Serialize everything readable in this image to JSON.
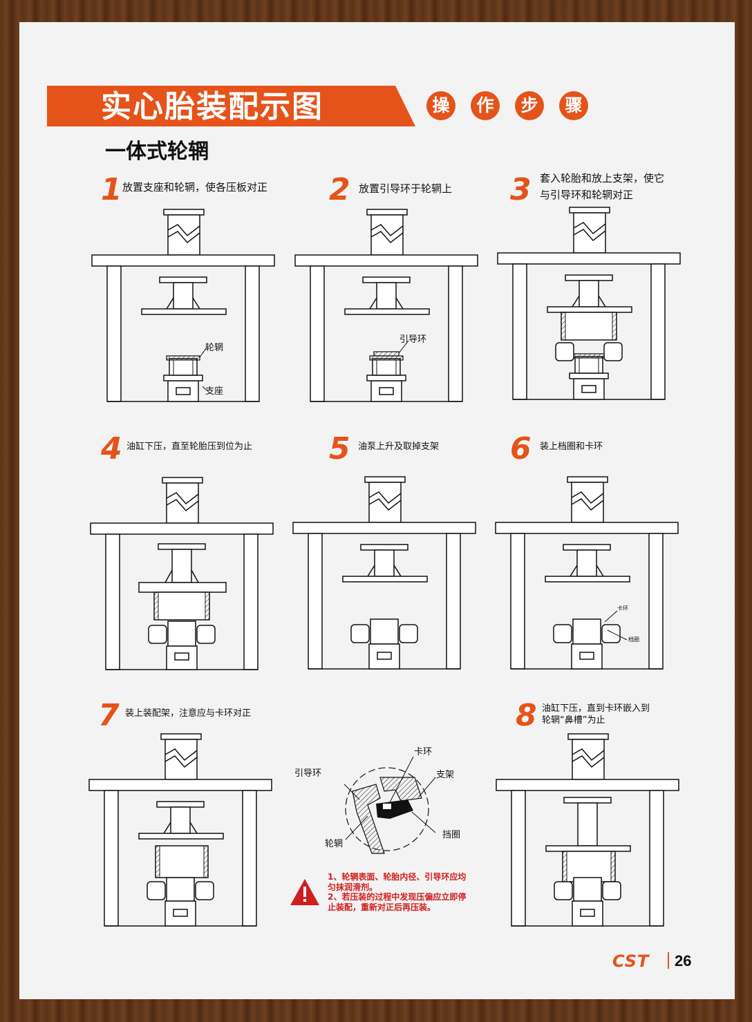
{
  "title": "实心胎装配示图",
  "badges": [
    "操",
    "作",
    "步",
    "骤"
  ],
  "subtitle": "一体式轮辋",
  "steps": [
    {
      "num": "1",
      "caption_lines": [
        "放置支座和轮辋，使各压板对正"
      ]
    },
    {
      "num": "2",
      "caption_lines": [
        "放置引导环于轮辋上"
      ]
    },
    {
      "num": "3",
      "caption_lines": [
        "套入轮胎和放上支架，使它",
        "与引导环和轮辋对正"
      ]
    },
    {
      "num": "4",
      "caption_lines": [
        "油缸下压，直至轮胎压到位为止"
      ]
    },
    {
      "num": "5",
      "caption_lines": [
        "油泵上升及取掉支架"
      ]
    },
    {
      "num": "6",
      "caption_lines": [
        "装上档圈和卡环"
      ]
    },
    {
      "num": "7",
      "caption_lines": [
        "装上装配架，注意应与卡环对正"
      ]
    },
    {
      "num": "8",
      "caption_lines": [
        "油缸下压，直到卡环嵌入到",
        "轮辋“鼻槽”为止"
      ]
    }
  ],
  "labels": {
    "rim": "轮辋",
    "base": "支座",
    "guide_ring": "引导环",
    "snap_ring": "卡环",
    "retainer": "档圈",
    "bracket": "支架",
    "retainer_alt": "挡圈"
  },
  "warning": {
    "lines": [
      "1、轮辋表面、轮胎内径、引导环应均",
      "    匀抹润滑剂。",
      "2、若压装的过程中发现压偏应立即停",
      "    止装配，重新对正后再压装。"
    ]
  },
  "brand": "CST",
  "page_number": "26",
  "colors": {
    "accent": "#e5531a",
    "warning": "#d01e1e",
    "ink": "#111111"
  }
}
